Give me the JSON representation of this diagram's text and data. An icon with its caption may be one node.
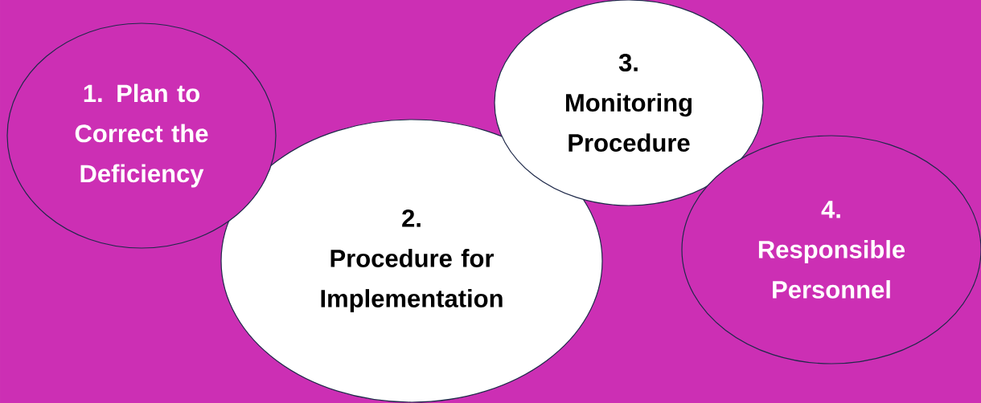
{
  "diagram": {
    "nodes": [
      {
        "text": [
          "1. Plan to Correct the Deficiency"
        ]
      },
      {
        "text": [
          "2.",
          "Procedure for Implementation"
        ]
      },
      {
        "text": [
          "3.",
          "Monitoring Procedure"
        ]
      },
      {
        "text": [
          "4.",
          "Responsible Personnel"
        ]
      }
    ]
  }
}
